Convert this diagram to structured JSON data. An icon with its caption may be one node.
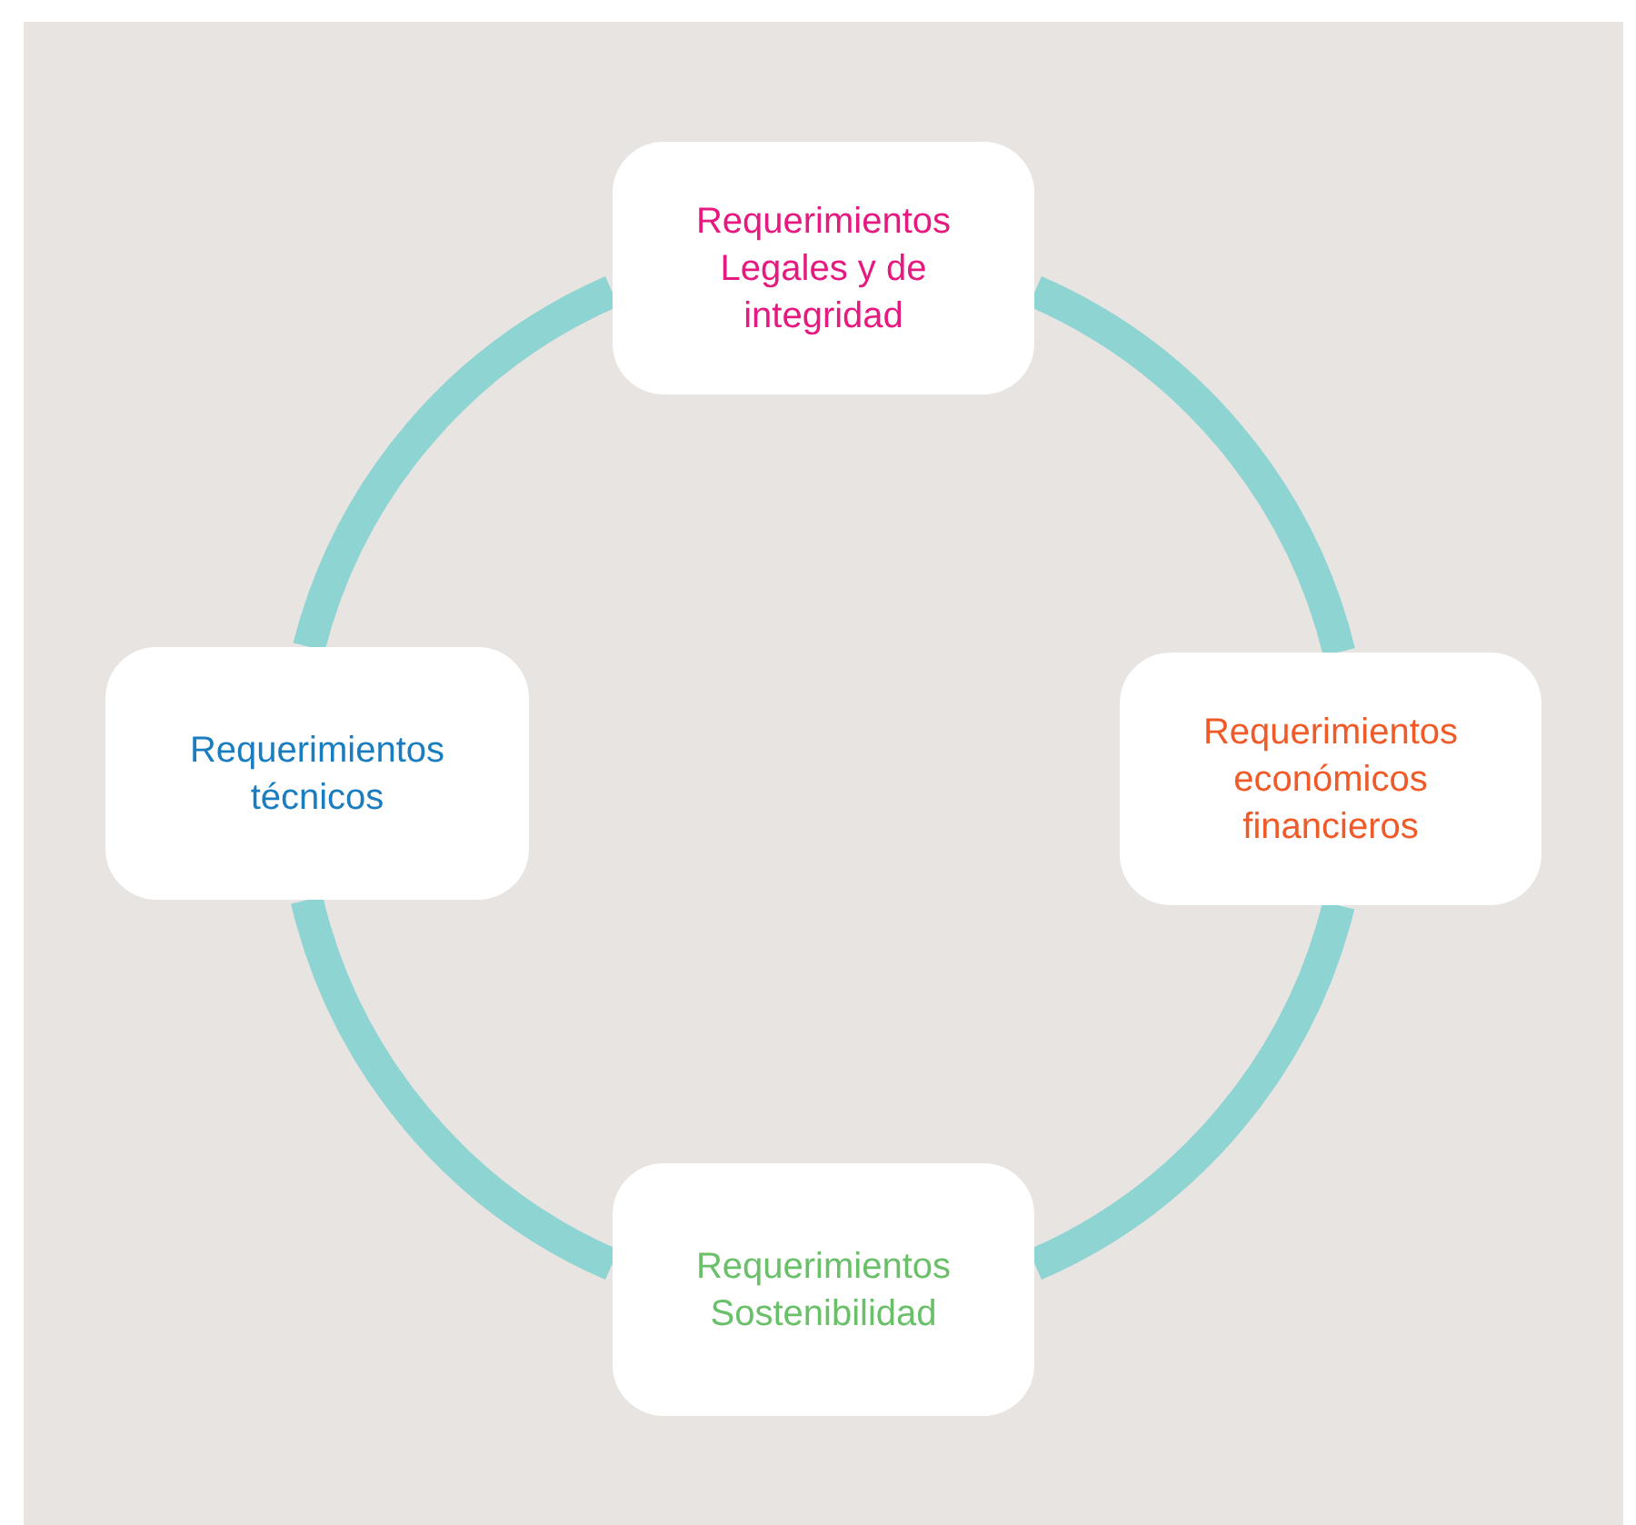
{
  "diagram": {
    "nodes": [
      {
        "text": [
          "Requerimientos Legales y de integridad"
        ]
      },
      {
        "text": [
          "Requerimientos técnicos"
        ]
      },
      {
        "text": [
          "Requerimientos económicos financieros"
        ]
      },
      {
        "text": [
          "Requerimientos Sostenibilidad"
        ]
      }
    ],
    "edges": [
      {
        "from": 0,
        "to": 2,
        "arrow": "none"
      },
      {
        "from": 2,
        "to": 3,
        "arrow": "none"
      },
      {
        "from": 3,
        "to": 1,
        "arrow": "none"
      },
      {
        "from": 1,
        "to": 0,
        "arrow": "none"
      }
    ]
  }
}
